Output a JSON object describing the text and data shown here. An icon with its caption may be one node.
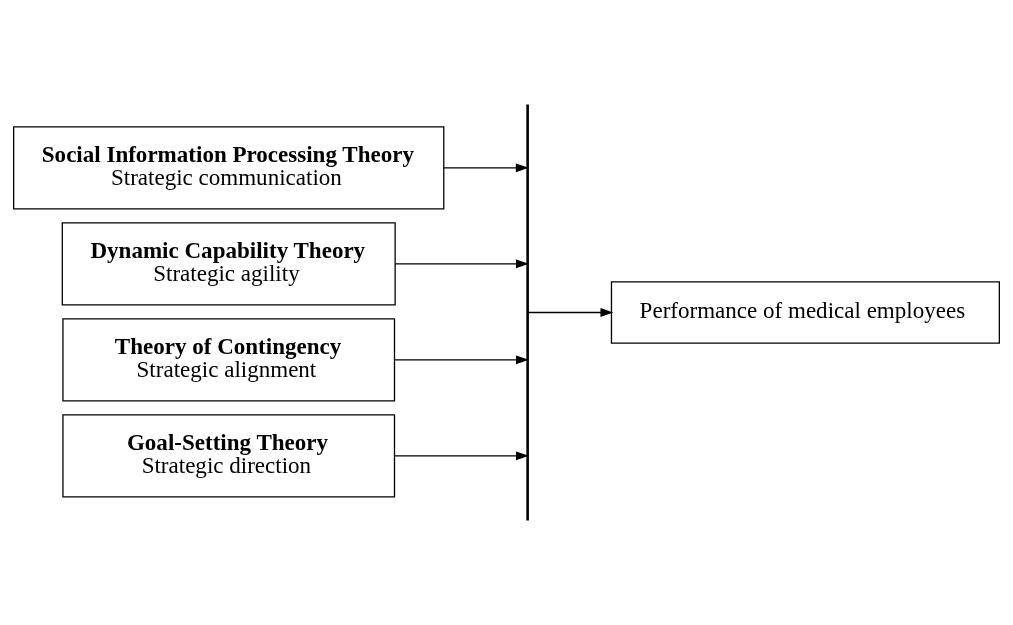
{
  "diagram": {
    "nodes": [
      {
        "text": [
          "Social Information Processing Theory",
          "Strategic communication"
        ]
      },
      {
        "text": [
          "Dynamic Capability Theory",
          "Strategic agility"
        ]
      },
      {
        "text": [
          "Theory of Contingency",
          "Strategic alignment"
        ]
      },
      {
        "text": [
          "Goal-Setting Theory",
          "Strategic direction"
        ]
      },
      {
        "text": [],
        "shape": "bar"
      },
      {
        "text": [
          "Performance of medical employees"
        ]
      }
    ],
    "edges": [
      {
        "from": 0,
        "to": 4,
        "arrow": "to"
      },
      {
        "from": 1,
        "to": 4,
        "arrow": "to"
      },
      {
        "from": 2,
        "to": 4,
        "arrow": "to"
      },
      {
        "from": 3,
        "to": 4,
        "arrow": "to"
      },
      {
        "from": 4,
        "to": 5,
        "arrow": "to"
      }
    ]
  }
}
